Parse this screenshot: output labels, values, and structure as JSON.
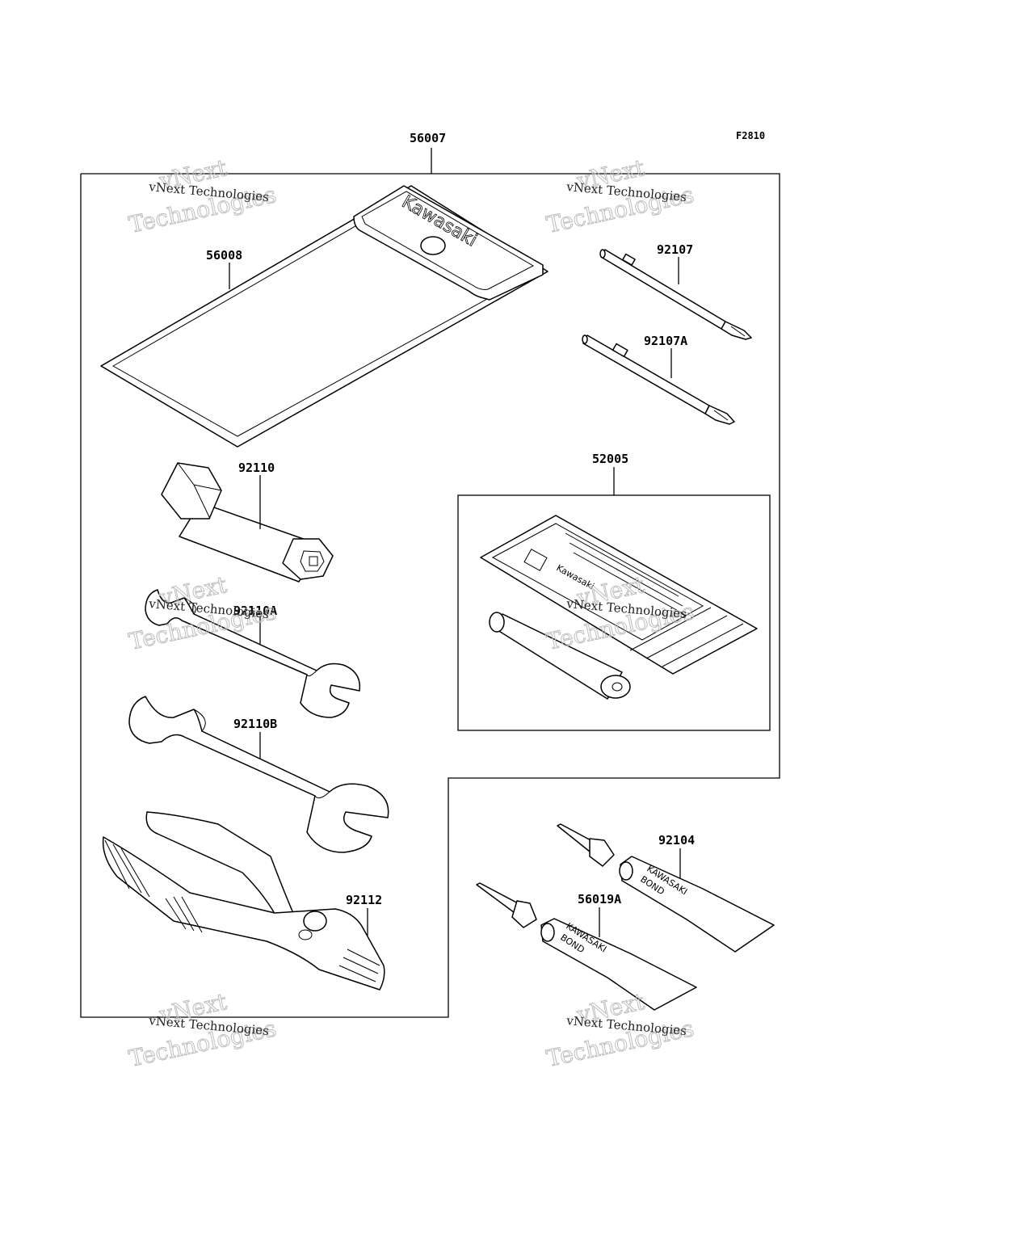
{
  "figure_code": "F2810",
  "parts": [
    {
      "number": "56007"
    },
    {
      "number": "56008"
    },
    {
      "number": "92107"
    },
    {
      "number": "92107A"
    },
    {
      "number": "92110"
    },
    {
      "number": "92110A"
    },
    {
      "number": "92110B"
    },
    {
      "number": "92112"
    },
    {
      "number": "52005"
    },
    {
      "number": "92104"
    },
    {
      "number": "56019A"
    }
  ],
  "brand_text": {
    "pouch": "Kawasaki",
    "kit_card": "Kawasaki",
    "bond_tube": [
      "KAWASAKI",
      "BOND"
    ]
  },
  "watermark": {
    "line_small": "vNext Technologies",
    "big_top": "vNext",
    "big_bottom": "Technologies"
  }
}
